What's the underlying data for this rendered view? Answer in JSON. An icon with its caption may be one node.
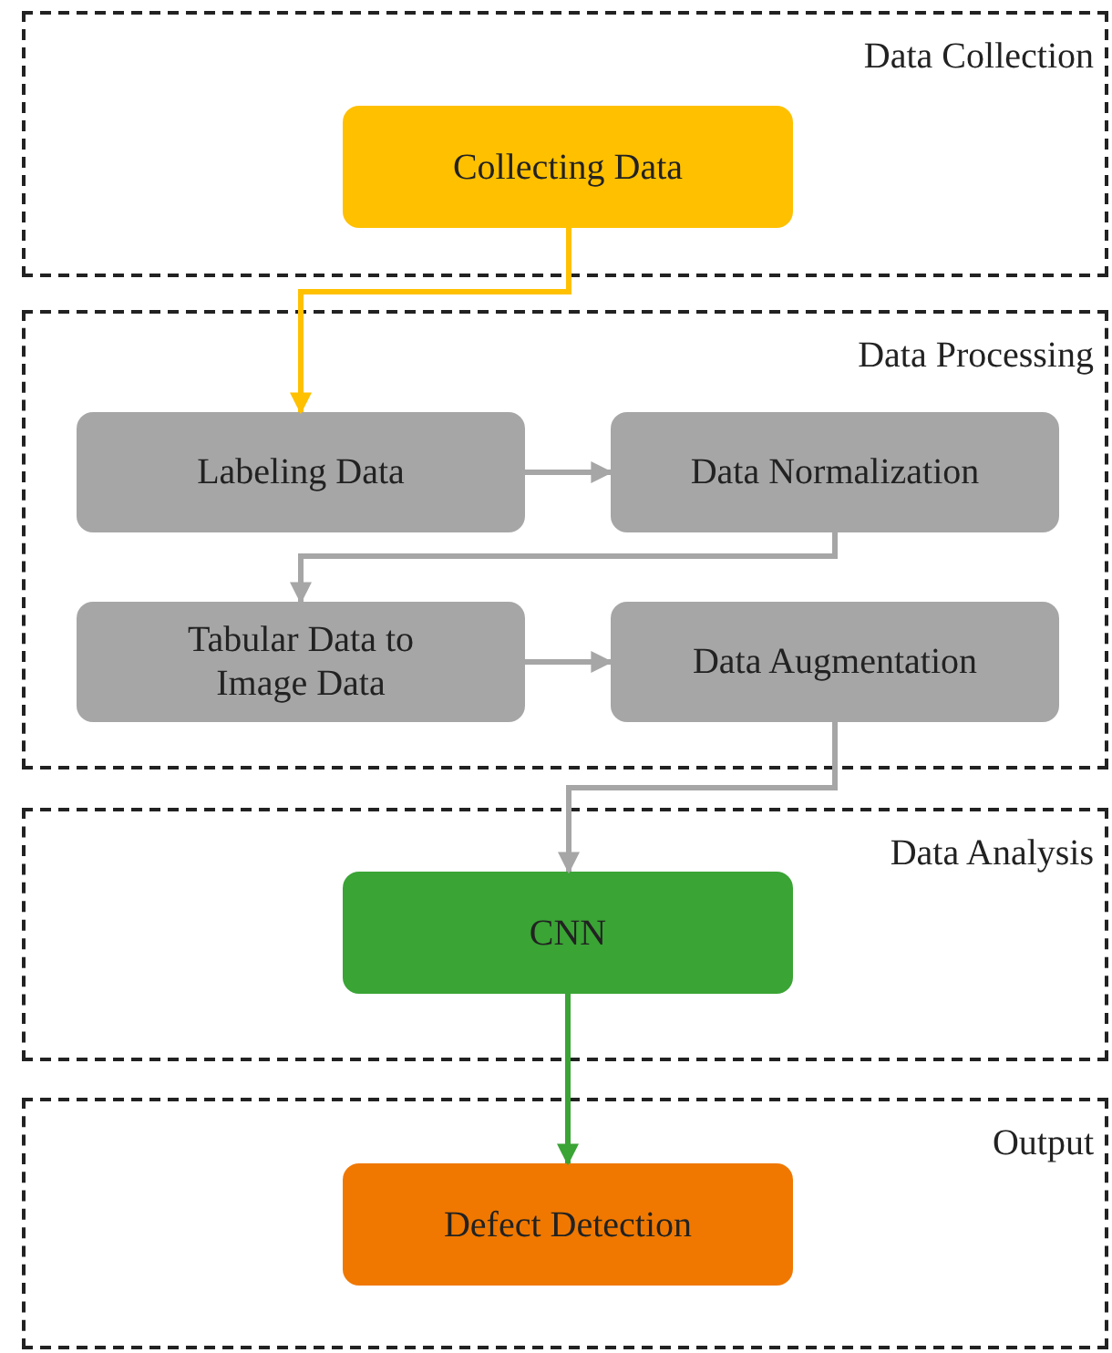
{
  "diagram": {
    "nodes": [
      {
        "text": [
          "Data Collection"
        ]
      },
      {
        "text": [
          "Collecting Data"
        ],
        "in": 0
      },
      {
        "text": [
          "Data Processing"
        ]
      },
      {
        "text": [
          "Labeling Data"
        ],
        "in": 2
      },
      {
        "text": [
          "Data Normalization"
        ],
        "in": 2
      },
      {
        "text": [
          "Tabular Data to Image Data"
        ],
        "in": 2
      },
      {
        "text": [
          "Data Augmentation"
        ],
        "in": 2
      },
      {
        "text": [
          "Data Analysis"
        ]
      },
      {
        "text": [
          "CNN"
        ],
        "in": 7
      },
      {
        "text": [
          "Output"
        ]
      },
      {
        "text": [
          "Defect Detection"
        ],
        "in": 9
      }
    ],
    "edges": [
      {
        "from": 1,
        "to": 3,
        "arrow": "to",
        "color": "#ffc000"
      },
      {
        "from": 3,
        "to": 4,
        "arrow": "to"
      },
      {
        "from": 4,
        "to": 5,
        "arrow": "to"
      },
      {
        "from": 5,
        "to": 6,
        "arrow": "to"
      },
      {
        "from": 6,
        "to": 8,
        "arrow": "to"
      },
      {
        "from": 8,
        "to": 10,
        "arrow": "to",
        "color": "#3aa435"
      }
    ]
  }
}
